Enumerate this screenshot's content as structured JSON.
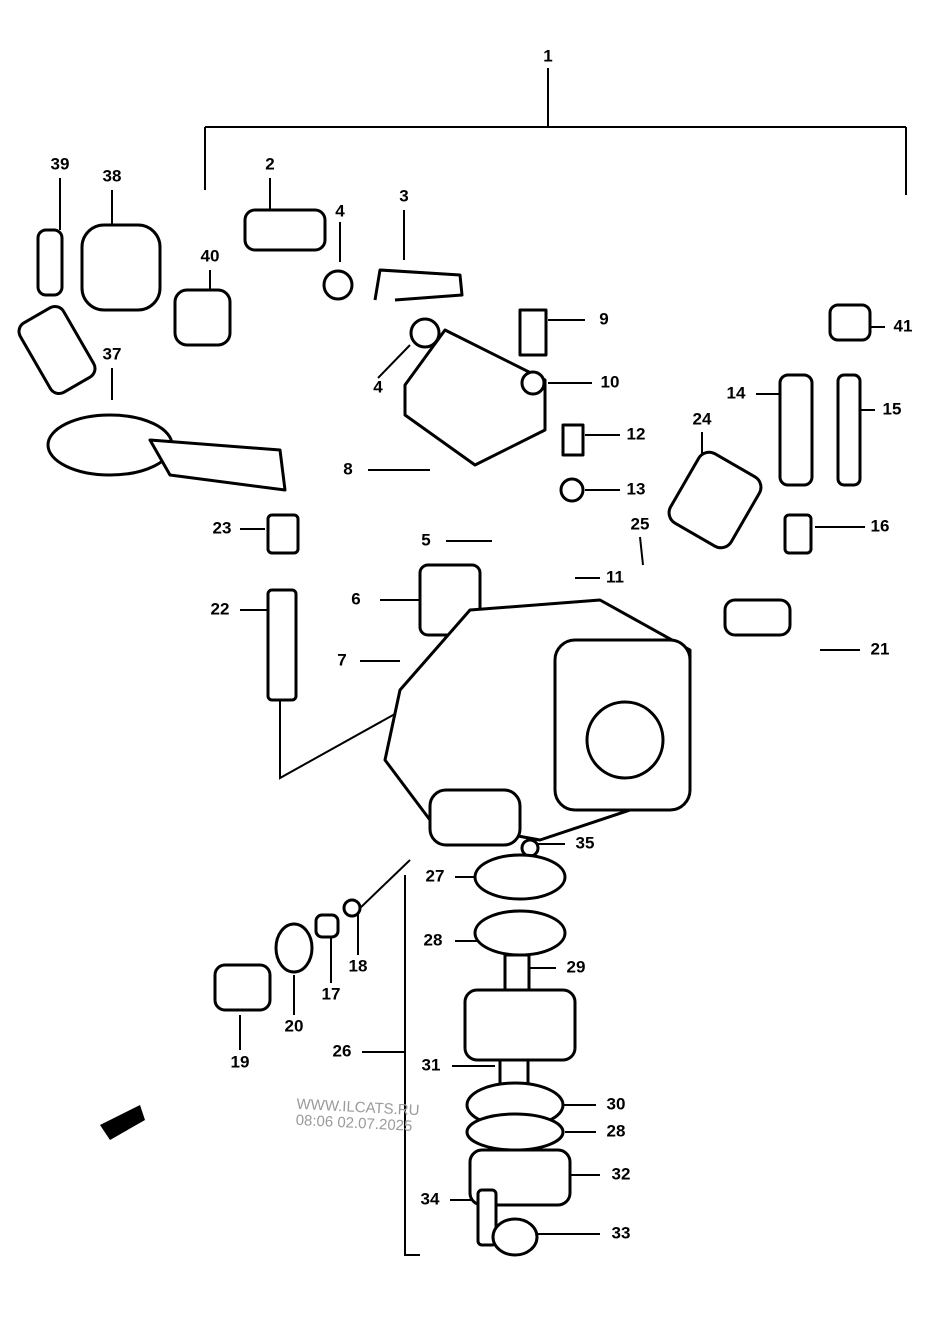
{
  "labels": [
    "1",
    "39",
    "38",
    "2",
    "4",
    "3",
    "40",
    "9",
    "41",
    "37",
    "4",
    "10",
    "14",
    "15",
    "24",
    "12",
    "8",
    "13",
    "16",
    "23",
    "25",
    "5",
    "11",
    "6",
    "22",
    "21",
    "7",
    "35",
    "27",
    "28",
    "29",
    "18",
    "17",
    "20",
    "19",
    "26",
    "31",
    "30",
    "28",
    "32",
    "34",
    "33"
  ],
  "watermark": {
    "line1": "WWW.ILCATS.RU",
    "line2": "08:06 02.07.2025"
  }
}
